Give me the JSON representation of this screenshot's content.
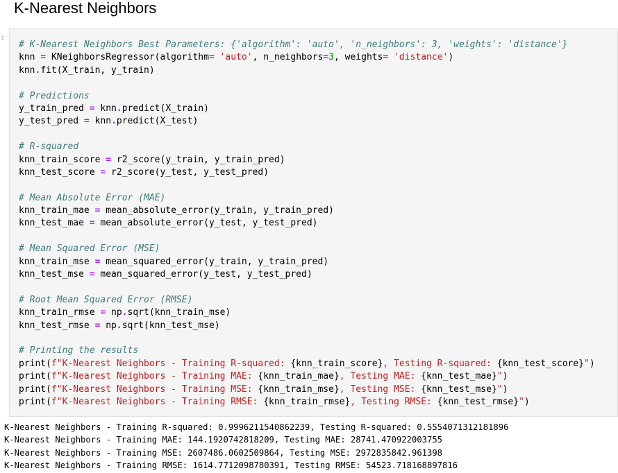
{
  "heading": "K-Nearest Neighbors",
  "prompt_marker": ":",
  "code": [
    [
      {
        "t": "c",
        "v": "# K-Nearest Neighbors Best Parameters: {'algorithm': 'auto', 'n_neighbors': 3, 'weights': 'distance'}"
      }
    ],
    [
      {
        "t": "p",
        "v": "knn "
      },
      {
        "t": "op",
        "v": "="
      },
      {
        "t": "p",
        "v": " KNeighborsRegressor(algorithm"
      },
      {
        "t": "op",
        "v": "="
      },
      {
        "t": "p",
        "v": " "
      },
      {
        "t": "s",
        "v": "'auto'"
      },
      {
        "t": "p",
        "v": ", n_neighbors"
      },
      {
        "t": "op",
        "v": "="
      },
      {
        "t": "n",
        "v": "3"
      },
      {
        "t": "p",
        "v": ", weights"
      },
      {
        "t": "op",
        "v": "="
      },
      {
        "t": "p",
        "v": " "
      },
      {
        "t": "s",
        "v": "'distance'"
      },
      {
        "t": "p",
        "v": ")"
      }
    ],
    [
      {
        "t": "p",
        "v": "knn"
      },
      {
        "t": "op",
        "v": "."
      },
      {
        "t": "p",
        "v": "fit(X_train, y_train)"
      }
    ],
    [],
    [
      {
        "t": "c",
        "v": "# Predictions"
      }
    ],
    [
      {
        "t": "p",
        "v": "y_train_pred "
      },
      {
        "t": "op",
        "v": "="
      },
      {
        "t": "p",
        "v": " knn"
      },
      {
        "t": "op",
        "v": "."
      },
      {
        "t": "p",
        "v": "predict(X_train)"
      }
    ],
    [
      {
        "t": "p",
        "v": "y_test_pred "
      },
      {
        "t": "op",
        "v": "="
      },
      {
        "t": "p",
        "v": " knn"
      },
      {
        "t": "op",
        "v": "."
      },
      {
        "t": "p",
        "v": "predict(X_test)"
      }
    ],
    [],
    [
      {
        "t": "c",
        "v": "# R-squared"
      }
    ],
    [
      {
        "t": "p",
        "v": "knn_train_score "
      },
      {
        "t": "op",
        "v": "="
      },
      {
        "t": "p",
        "v": " r2_score(y_train, y_train_pred)"
      }
    ],
    [
      {
        "t": "p",
        "v": "knn_test_score "
      },
      {
        "t": "op",
        "v": "="
      },
      {
        "t": "p",
        "v": " r2_score(y_test, y_test_pred)"
      }
    ],
    [],
    [
      {
        "t": "c",
        "v": "# Mean Absolute Error (MAE)"
      }
    ],
    [
      {
        "t": "p",
        "v": "knn_train_mae "
      },
      {
        "t": "op",
        "v": "="
      },
      {
        "t": "p",
        "v": " mean_absolute_error(y_train, y_train_pred)"
      }
    ],
    [
      {
        "t": "p",
        "v": "knn_test_mae "
      },
      {
        "t": "op",
        "v": "="
      },
      {
        "t": "p",
        "v": " mean_absolute_error(y_test, y_test_pred)"
      }
    ],
    [],
    [
      {
        "t": "c",
        "v": "# Mean Squared Error (MSE)"
      }
    ],
    [
      {
        "t": "p",
        "v": "knn_train_mse "
      },
      {
        "t": "op",
        "v": "="
      },
      {
        "t": "p",
        "v": " mean_squared_error(y_train, y_train_pred)"
      }
    ],
    [
      {
        "t": "p",
        "v": "knn_test_mse "
      },
      {
        "t": "op",
        "v": "="
      },
      {
        "t": "p",
        "v": " mean_squared_error(y_test, y_test_pred)"
      }
    ],
    [],
    [
      {
        "t": "c",
        "v": "# Root Mean Squared Error (RMSE)"
      }
    ],
    [
      {
        "t": "p",
        "v": "knn_train_rmse "
      },
      {
        "t": "op",
        "v": "="
      },
      {
        "t": "p",
        "v": " np"
      },
      {
        "t": "op",
        "v": "."
      },
      {
        "t": "p",
        "v": "sqrt(knn_train_mse)"
      }
    ],
    [
      {
        "t": "p",
        "v": "knn_test_rmse "
      },
      {
        "t": "op",
        "v": "="
      },
      {
        "t": "p",
        "v": " np"
      },
      {
        "t": "op",
        "v": "."
      },
      {
        "t": "p",
        "v": "sqrt(knn_test_mse)"
      }
    ],
    [],
    [
      {
        "t": "c",
        "v": "# Printing the results"
      }
    ],
    [
      {
        "t": "p",
        "v": "print("
      },
      {
        "t": "s",
        "v": "f\"K-Nearest Neighbors - Training R-squared: "
      },
      {
        "t": "p",
        "v": "{knn_train_score}"
      },
      {
        "t": "s",
        "v": ", Testing R-squared: "
      },
      {
        "t": "p",
        "v": "{knn_test_score}"
      },
      {
        "t": "s",
        "v": "\""
      },
      {
        "t": "p",
        "v": ")"
      }
    ],
    [
      {
        "t": "p",
        "v": "print("
      },
      {
        "t": "s",
        "v": "f\"K-Nearest Neighbors - Training MAE: "
      },
      {
        "t": "p",
        "v": "{knn_train_mae}"
      },
      {
        "t": "s",
        "v": ", Testing MAE: "
      },
      {
        "t": "p",
        "v": "{knn_test_mae}"
      },
      {
        "t": "s",
        "v": "\""
      },
      {
        "t": "p",
        "v": ")"
      }
    ],
    [
      {
        "t": "p",
        "v": "print("
      },
      {
        "t": "s",
        "v": "f\"K-Nearest Neighbors - Training MSE: "
      },
      {
        "t": "p",
        "v": "{knn_train_mse}"
      },
      {
        "t": "s",
        "v": ", Testing MSE: "
      },
      {
        "t": "p",
        "v": "{knn_test_mse}"
      },
      {
        "t": "s",
        "v": "\""
      },
      {
        "t": "p",
        "v": ")"
      }
    ],
    [
      {
        "t": "p",
        "v": "print("
      },
      {
        "t": "s",
        "v": "f\"K-Nearest Neighbors - Training RMSE: "
      },
      {
        "t": "p",
        "v": "{knn_train_rmse}"
      },
      {
        "t": "s",
        "v": ", Testing RMSE: "
      },
      {
        "t": "p",
        "v": "{knn_test_rmse}"
      },
      {
        "t": "s",
        "v": "\""
      },
      {
        "t": "p",
        "v": ")"
      }
    ]
  ],
  "output": [
    "K-Nearest Neighbors - Training R-squared: 0.9996211540862239, Testing R-squared: 0.5554071312181896",
    "K-Nearest Neighbors - Training MAE: 144.1920742818209, Testing MAE: 28741.470922003755",
    "K-Nearest Neighbors - Training MSE: 2607486.0602509864, Testing MSE: 2972835842.961398",
    "K-Nearest Neighbors - Training RMSE: 1614.7712098780391, Testing RMSE: 54523.718168897816"
  ],
  "colors": {
    "comment": "#3d7a7a",
    "string": "#ba2121",
    "operator": "#aa22ff",
    "number": "#008800",
    "cell_background": "#f5f5f5"
  }
}
